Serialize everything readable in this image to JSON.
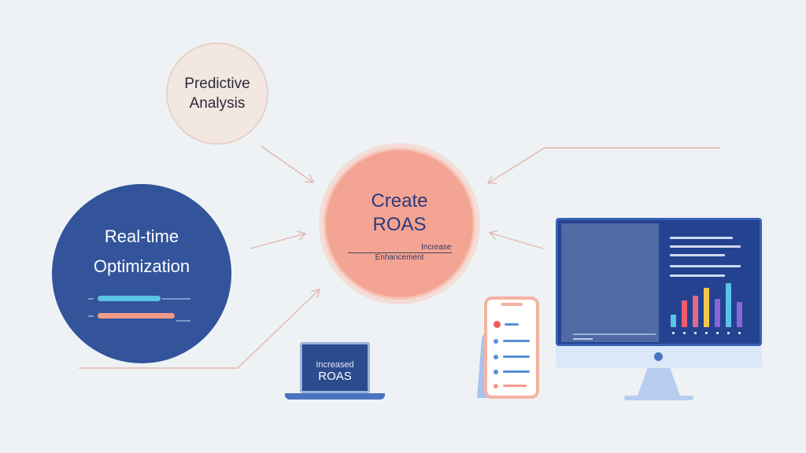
{
  "nodes": {
    "predictive": {
      "line1": "Predictive",
      "line2": "Analysis"
    },
    "realtime": {
      "line1": "Real-time",
      "line2": "Optimization"
    },
    "center": {
      "line1": "Create",
      "line2": "ROAS",
      "small1": "Increase",
      "small2": "Enhancement"
    }
  },
  "laptop": {
    "line1": "Increased",
    "line2": "ROAS"
  },
  "colors": {
    "navy": "#33549b",
    "salmon": "#f4a493",
    "beige": "#f2e7e1",
    "barCyan": "#5bc3e6",
    "barRed": "#ef5a6e",
    "barPink": "#e4698a",
    "barYellow": "#f2c94c",
    "barPurple": "#8a67d6"
  },
  "icons": [
    "check-icon",
    "list-icon",
    "bar-chart-icon",
    "arrow-icon"
  ]
}
